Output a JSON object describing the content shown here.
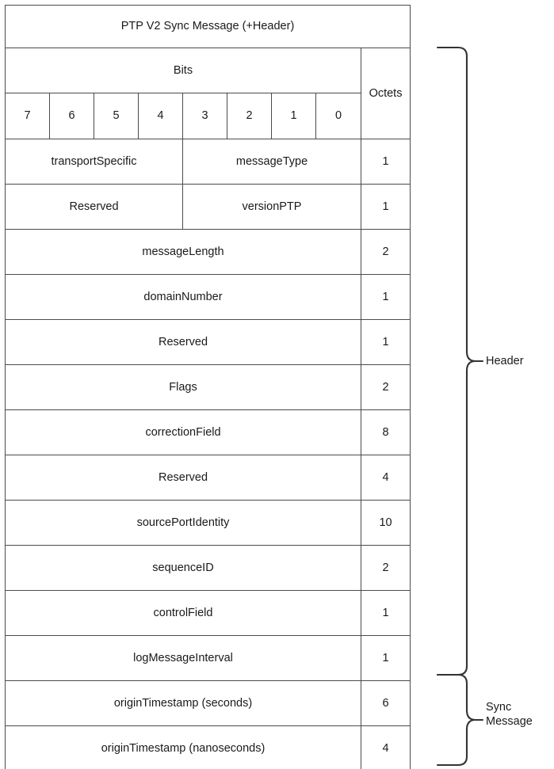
{
  "diagram": {
    "title": "PTP V2 Sync Message (+Header)",
    "bits_header": "Bits",
    "octets_header": "Octets",
    "bit_numbers": [
      "7",
      "6",
      "5",
      "4",
      "3",
      "2",
      "1",
      "0"
    ],
    "rows": [
      {
        "type": "split",
        "left": "transportSpecific",
        "right": "messageType",
        "octets": "1",
        "group": "header"
      },
      {
        "type": "split",
        "left": "Reserved",
        "right": "versionPTP",
        "octets": "1",
        "group": "header"
      },
      {
        "type": "full",
        "label": "messageLength",
        "octets": "2",
        "group": "header"
      },
      {
        "type": "full",
        "label": "domainNumber",
        "octets": "1",
        "group": "header"
      },
      {
        "type": "full",
        "label": "Reserved",
        "octets": "1",
        "group": "header"
      },
      {
        "type": "full",
        "label": "Flags",
        "octets": "2",
        "group": "header"
      },
      {
        "type": "full",
        "label": "correctionField",
        "octets": "8",
        "group": "header"
      },
      {
        "type": "full",
        "label": "Reserved",
        "octets": "4",
        "group": "header"
      },
      {
        "type": "full",
        "label": "sourcePortIdentity",
        "octets": "10",
        "group": "header"
      },
      {
        "type": "full",
        "label": "sequenceID",
        "octets": "2",
        "group": "header"
      },
      {
        "type": "full",
        "label": "controlField",
        "octets": "1",
        "group": "header"
      },
      {
        "type": "full",
        "label": "logMessageInterval",
        "octets": "1",
        "group": "header"
      },
      {
        "type": "full",
        "label": "originTimestamp (seconds)",
        "octets": "6",
        "group": "sync"
      },
      {
        "type": "full",
        "label": "originTimestamp (nanoseconds)",
        "octets": "4",
        "group": "sync"
      }
    ],
    "annotations": [
      {
        "name": "header-brace",
        "label": "Header"
      },
      {
        "name": "sync-brace",
        "label": "Sync\nMessage"
      }
    ],
    "colors": {
      "title_background": "#e4e4e4",
      "sync_row_background": "#f3f3f3",
      "border": "#4b4b4b",
      "text": "#1a1a1a",
      "brace_stroke": "#333333"
    }
  }
}
